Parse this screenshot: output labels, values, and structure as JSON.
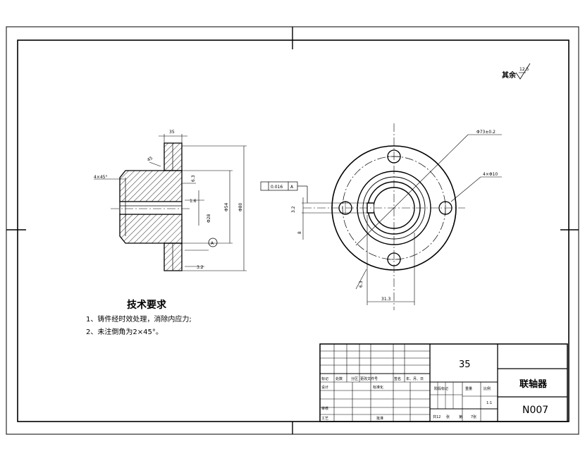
{
  "roughness_other": {
    "label": "其余",
    "value": "12.5"
  },
  "tech": {
    "title": "技术要求",
    "items": [
      "1、铸件经时效处理，消除内应力;",
      "2、未注倒角为2×45°。"
    ]
  },
  "left_view": {
    "dims": {
      "width_top": "35",
      "chamfer": "4×45°",
      "angle": "45",
      "d_bore": "Φ28",
      "d_hub": "Φ54",
      "d_outer": "Φ80",
      "ra_a": "6.3",
      "ra_b": "1.6",
      "ra_c": "3.2",
      "datum": "A"
    }
  },
  "right_view": {
    "dims": {
      "pcd": "Φ73±0.2",
      "holes": "4×Φ10",
      "key_width": "8",
      "key_depth": "31.3",
      "ra_key": "3.2",
      "ra_bottom": "6.3",
      "tol_value": "0.016",
      "tol_datum": "A"
    }
  },
  "title_block": {
    "material": "35",
    "part_name": "联轴器",
    "drawing_no": "N007",
    "header_labels": [
      "标记",
      "处数",
      "分区",
      "更改文件号",
      "签名",
      "年、月、日"
    ],
    "design": "设计",
    "standardize": "标准化",
    "review": "审核",
    "process": "工艺",
    "approve": "批准",
    "stage_mark": "阶段标记",
    "weight": "重量",
    "scale_label": "比例",
    "scale": "1:1",
    "sheets_total": "共12",
    "sheet_word": "张",
    "sheet_no_label": "第",
    "sheet_no": "7张"
  },
  "colors": {
    "line": "#000000",
    "paper": "#ffffff"
  }
}
